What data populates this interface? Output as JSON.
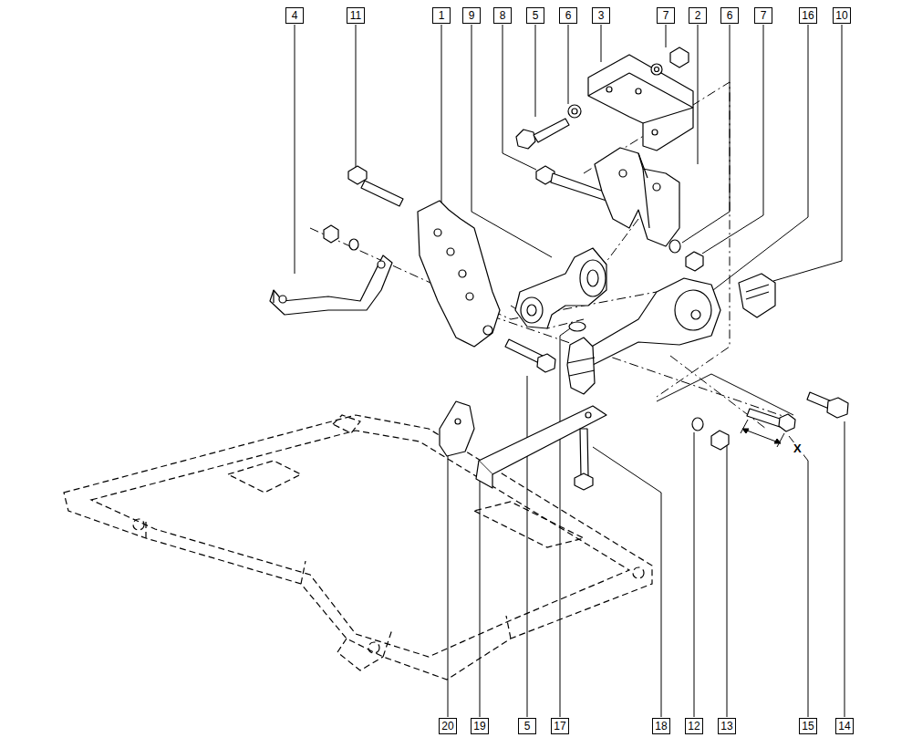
{
  "diagram": {
    "labels": [
      "4",
      "11",
      "1",
      "9",
      "8",
      "5",
      "6",
      "3",
      "7",
      "2",
      "6",
      "7",
      "16",
      "10",
      "20",
      "19",
      "5",
      "17",
      "18",
      "12",
      "13",
      "15",
      "14",
      "X"
    ]
  }
}
